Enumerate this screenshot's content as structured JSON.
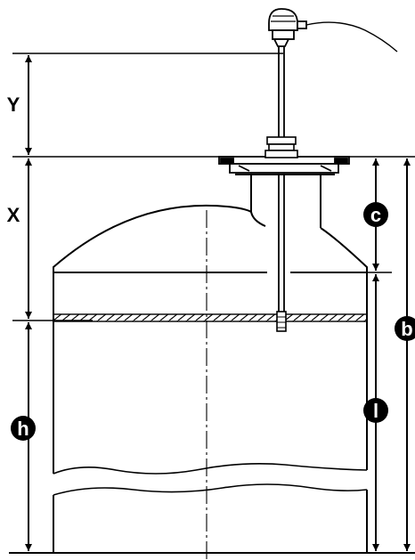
{
  "labels": {
    "y": "Y",
    "x": "X",
    "c": "c",
    "b": "b",
    "l": "l",
    "h": "h"
  },
  "colors": {
    "ink": "#000000",
    "paper": "#ffffff"
  }
}
